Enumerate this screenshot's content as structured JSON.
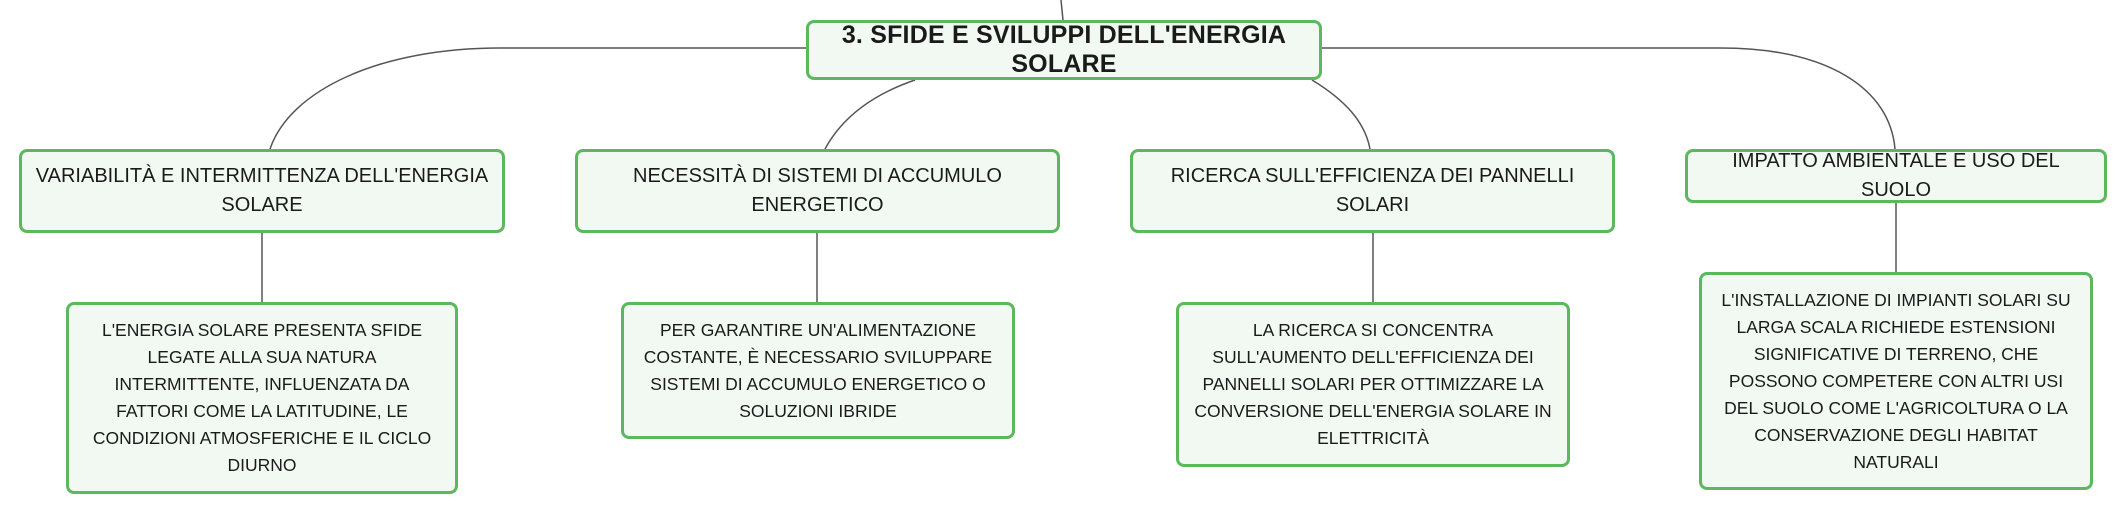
{
  "colors": {
    "border": "#5cb85c",
    "fill": "#f2f9f2",
    "line": "#555555",
    "text": "#1a1a1a"
  },
  "root": {
    "title": "3. SFIDE E SVILUPPI DELL'ENERGIA SOLARE"
  },
  "branches": [
    {
      "title": "VARIABILITÀ E INTERMITTENZA DELL'ENERGIA SOLARE",
      "detail": "L'ENERGIA SOLARE PRESENTA SFIDE LEGATE ALLA SUA NATURA INTERMITTENTE, INFLUENZATA DA FATTORI COME LA LATITUDINE, LE CONDIZIONI ATMOSFERICHE E IL CICLO DIURNO"
    },
    {
      "title": "NECESSITÀ DI SISTEMI DI ACCUMULO ENERGETICO",
      "detail": "PER GARANTIRE UN'ALIMENTAZIONE COSTANTE, È NECESSARIO SVILUPPARE SISTEMI DI ACCUMULO ENERGETICO O SOLUZIONI IBRIDE"
    },
    {
      "title": "RICERCA SULL'EFFICIENZA DEI PANNELLI SOLARI",
      "detail": "LA RICERCA SI CONCENTRA SULL'AUMENTO DELL'EFFICIENZA DEI PANNELLI SOLARI PER OTTIMIZZARE LA CONVERSIONE DELL'ENERGIA SOLARE IN ELETTRICITÀ"
    },
    {
      "title": "IMPATTO AMBIENTALE E USO DEL SUOLO",
      "detail": "L'INSTALLAZIONE DI IMPIANTI SOLARI SU LARGA SCALA RICHIEDE ESTENSIONI SIGNIFICATIVE DI TERRENO, CHE POSSONO COMPETERE CON ALTRI USI DEL SUOLO COME L'AGRICOLTURA O LA CONSERVAZIONE DEGLI HABITAT NATURALI"
    }
  ]
}
